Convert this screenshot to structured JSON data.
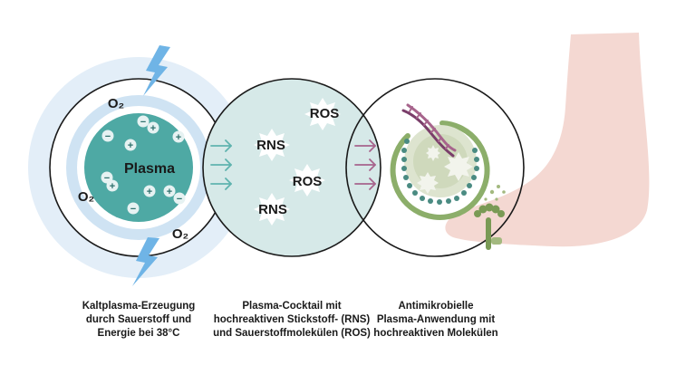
{
  "labels": {
    "plasma": "Plasma",
    "o2": "O₂",
    "rns": "RNS",
    "ros": "ROS"
  },
  "captions": {
    "left": [
      "Kaltplasma-Erzeugung",
      "durch Sauerstoff und",
      "Energie bei 38°C"
    ],
    "middle": [
      "Plasma-Cocktail mit",
      "hochreaktiven Stickstoff- (RNS)",
      "und Sauerstoffmolekülen (ROS)"
    ],
    "right": [
      "Antimikrobielle",
      "Plasma-Anwendung mit",
      "hochreaktiven Molekülen"
    ]
  },
  "icons": {
    "lightning": "lightning-bolt-icon",
    "arrow": "arrow-right-icon",
    "dna": "dna-helix-icon",
    "bacterium": "bacterium-cell-icon",
    "fungus": "fungus-icon",
    "foot": "foot-icon",
    "star": "reactive-star-icon"
  },
  "colors": {
    "plasma_core": "#4ea9a4",
    "plasma_ring": "#cfe3f3",
    "light_ring": "#e2eef8",
    "cocktail_fill": "#d6e9e8",
    "teal_arrow": "#5fb3ae",
    "purple_arrow": "#a7648c",
    "lightning": "#6fb4e6",
    "green_dark": "#7a9a55",
    "green_light": "#c8d4a8",
    "skin": "#f4d8d2",
    "outline": "#1a1a1a"
  }
}
